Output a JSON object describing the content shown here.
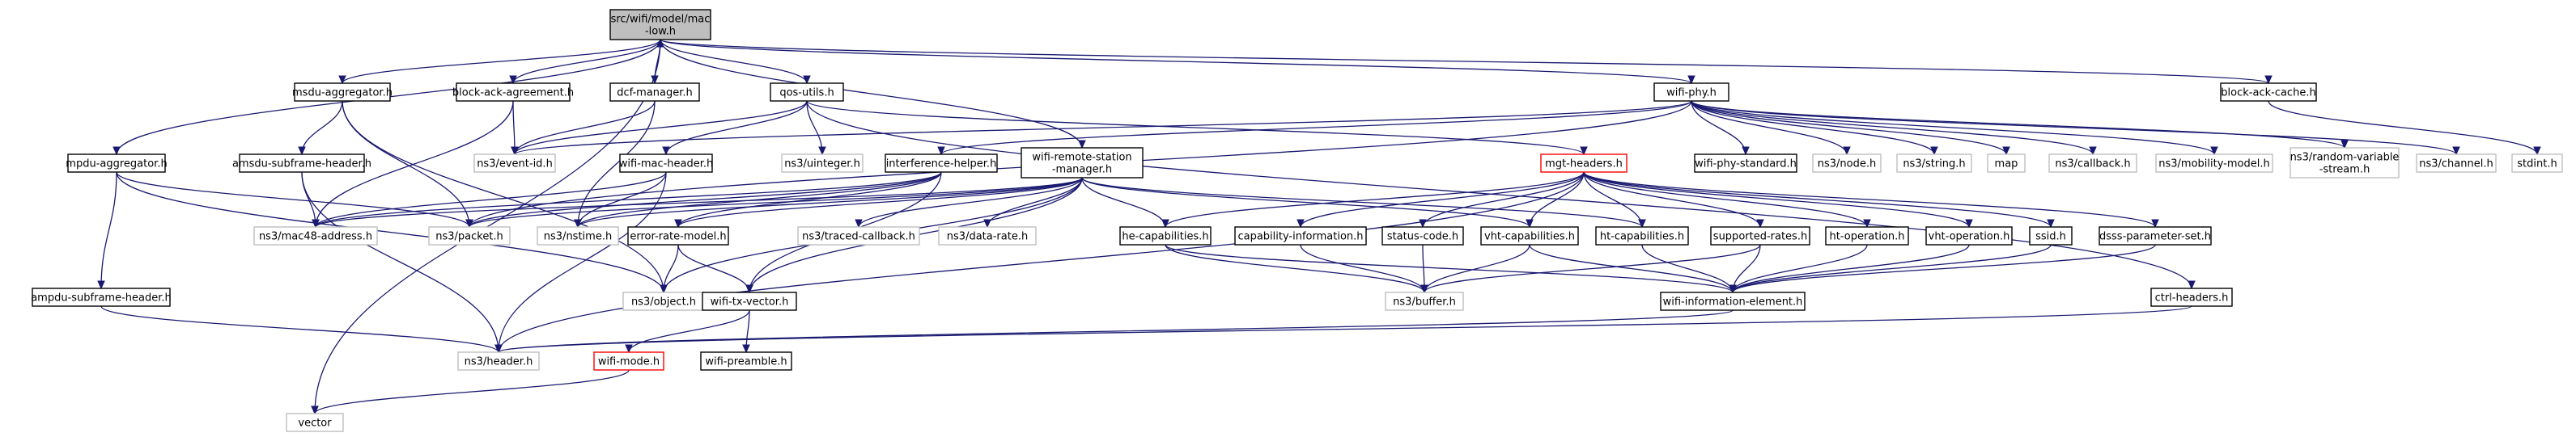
{
  "colors": {
    "edge": "#191970",
    "box_border": "#000000",
    "box_border_external": "#bfbfbf",
    "box_border_highlight": "#ff0000",
    "root_fill": "#bfbfbf"
  },
  "nodes": [
    {
      "id": "root",
      "lines": [
        "src/wifi/model/mac",
        "-low.h"
      ],
      "style": "root"
    },
    {
      "id": "msdu_agg",
      "lines": [
        "msdu-aggregator.h"
      ],
      "style": "normal"
    },
    {
      "id": "back_agree",
      "lines": [
        "block-ack-agreement.h"
      ],
      "style": "normal"
    },
    {
      "id": "dcf",
      "lines": [
        "dcf-manager.h"
      ],
      "style": "normal"
    },
    {
      "id": "qos",
      "lines": [
        "qos-utils.h"
      ],
      "style": "normal"
    },
    {
      "id": "wifi_phy",
      "lines": [
        "wifi-phy.h"
      ],
      "style": "normal"
    },
    {
      "id": "back_cache",
      "lines": [
        "block-ack-cache.h"
      ],
      "style": "normal"
    },
    {
      "id": "mpdu_agg",
      "lines": [
        "mpdu-aggregator.h"
      ],
      "style": "normal"
    },
    {
      "id": "amsdu_hdr",
      "lines": [
        "amsdu-subframe-header.h"
      ],
      "style": "normal"
    },
    {
      "id": "event_id",
      "lines": [
        "ns3/event-id.h"
      ],
      "style": "external"
    },
    {
      "id": "wifi_mac_hdr",
      "lines": [
        "wifi-mac-header.h"
      ],
      "style": "normal"
    },
    {
      "id": "uinteger",
      "lines": [
        "ns3/uinteger.h"
      ],
      "style": "external"
    },
    {
      "id": "interf",
      "lines": [
        "interference-helper.h"
      ],
      "style": "normal"
    },
    {
      "id": "remote_mgr",
      "lines": [
        "wifi-remote-station",
        "-manager.h"
      ],
      "style": "normal"
    },
    {
      "id": "mgt",
      "lines": [
        "mgt-headers.h"
      ],
      "style": "highlight"
    },
    {
      "id": "phy_std",
      "lines": [
        "wifi-phy-standard.h"
      ],
      "style": "normal"
    },
    {
      "id": "node",
      "lines": [
        "ns3/node.h"
      ],
      "style": "external"
    },
    {
      "id": "string",
      "lines": [
        "ns3/string.h"
      ],
      "style": "external"
    },
    {
      "id": "map",
      "lines": [
        "map"
      ],
      "style": "external"
    },
    {
      "id": "callback",
      "lines": [
        "ns3/callback.h"
      ],
      "style": "external"
    },
    {
      "id": "mobility",
      "lines": [
        "ns3/mobility-model.h"
      ],
      "style": "external"
    },
    {
      "id": "random",
      "lines": [
        "ns3/random-variable",
        "-stream.h"
      ],
      "style": "external"
    },
    {
      "id": "channel",
      "lines": [
        "ns3/channel.h"
      ],
      "style": "external"
    },
    {
      "id": "stdint",
      "lines": [
        "stdint.h"
      ],
      "style": "external"
    },
    {
      "id": "mac48",
      "lines": [
        "ns3/mac48-address.h"
      ],
      "style": "external"
    },
    {
      "id": "packet",
      "lines": [
        "ns3/packet.h"
      ],
      "style": "external"
    },
    {
      "id": "nstime",
      "lines": [
        "ns3/nstime.h"
      ],
      "style": "external"
    },
    {
      "id": "err_rate",
      "lines": [
        "error-rate-model.h"
      ],
      "style": "normal"
    },
    {
      "id": "traced_cb",
      "lines": [
        "ns3/traced-callback.h"
      ],
      "style": "external"
    },
    {
      "id": "data_rate",
      "lines": [
        "ns3/data-rate.h"
      ],
      "style": "external"
    },
    {
      "id": "he_cap",
      "lines": [
        "he-capabilities.h"
      ],
      "style": "normal"
    },
    {
      "id": "cap_info",
      "lines": [
        "capability-information.h"
      ],
      "style": "normal"
    },
    {
      "id": "status",
      "lines": [
        "status-code.h"
      ],
      "style": "normal"
    },
    {
      "id": "vht_cap",
      "lines": [
        "vht-capabilities.h"
      ],
      "style": "normal"
    },
    {
      "id": "ht_cap",
      "lines": [
        "ht-capabilities.h"
      ],
      "style": "normal"
    },
    {
      "id": "sup_rates",
      "lines": [
        "supported-rates.h"
      ],
      "style": "normal"
    },
    {
      "id": "ht_op",
      "lines": [
        "ht-operation.h"
      ],
      "style": "normal"
    },
    {
      "id": "vht_op",
      "lines": [
        "vht-operation.h"
      ],
      "style": "normal"
    },
    {
      "id": "ssid",
      "lines": [
        "ssid.h"
      ],
      "style": "normal"
    },
    {
      "id": "dsss",
      "lines": [
        "dsss-parameter-set.h"
      ],
      "style": "normal"
    },
    {
      "id": "ampdu_hdr",
      "lines": [
        "ampdu-subframe-header.h"
      ],
      "style": "normal"
    },
    {
      "id": "object",
      "lines": [
        "ns3/object.h"
      ],
      "style": "external"
    },
    {
      "id": "tx_vector",
      "lines": [
        "wifi-tx-vector.h"
      ],
      "style": "normal"
    },
    {
      "id": "buffer",
      "lines": [
        "ns3/buffer.h"
      ],
      "style": "external"
    },
    {
      "id": "info_elem",
      "lines": [
        "wifi-information-element.h"
      ],
      "style": "normal"
    },
    {
      "id": "ctrl",
      "lines": [
        "ctrl-headers.h"
      ],
      "style": "normal"
    },
    {
      "id": "header",
      "lines": [
        "ns3/header.h"
      ],
      "style": "external"
    },
    {
      "id": "wifi_mode",
      "lines": [
        "wifi-mode.h"
      ],
      "style": "highlight"
    },
    {
      "id": "preamble",
      "lines": [
        "wifi-preamble.h"
      ],
      "style": "normal"
    },
    {
      "id": "vector",
      "lines": [
        "vector"
      ],
      "style": "external"
    }
  ],
  "edges": [
    [
      "root",
      "msdu_agg"
    ],
    [
      "root",
      "back_agree"
    ],
    [
      "root",
      "dcf"
    ],
    [
      "root",
      "qos"
    ],
    [
      "root",
      "wifi_phy"
    ],
    [
      "root",
      "back_cache"
    ],
    [
      "root",
      "mpdu_agg"
    ],
    [
      "root",
      "remote_mgr"
    ],
    [
      "root",
      "vector"
    ],
    [
      "dcf",
      "root"
    ],
    [
      "msdu_agg",
      "amsdu_hdr"
    ],
    [
      "msdu_agg",
      "packet"
    ],
    [
      "msdu_agg",
      "object"
    ],
    [
      "back_agree",
      "event_id"
    ],
    [
      "back_agree",
      "mac48"
    ],
    [
      "dcf",
      "event_id"
    ],
    [
      "dcf",
      "nstime"
    ],
    [
      "qos",
      "event_id"
    ],
    [
      "qos",
      "wifi_mac_hdr"
    ],
    [
      "qos",
      "uinteger"
    ],
    [
      "qos",
      "mgt"
    ],
    [
      "qos",
      "ctrl"
    ],
    [
      "wifi_phy",
      "event_id"
    ],
    [
      "wifi_phy",
      "interf"
    ],
    [
      "wifi_phy",
      "phy_std"
    ],
    [
      "wifi_phy",
      "node"
    ],
    [
      "wifi_phy",
      "string"
    ],
    [
      "wifi_phy",
      "map"
    ],
    [
      "wifi_phy",
      "callback"
    ],
    [
      "wifi_phy",
      "mobility"
    ],
    [
      "wifi_phy",
      "random"
    ],
    [
      "wifi_phy",
      "channel"
    ],
    [
      "wifi_phy",
      "packet"
    ],
    [
      "back_cache",
      "stdint"
    ],
    [
      "mpdu_agg",
      "packet"
    ],
    [
      "mpdu_agg",
      "object"
    ],
    [
      "mpdu_agg",
      "ampdu_hdr"
    ],
    [
      "amsdu_hdr",
      "mac48"
    ],
    [
      "amsdu_hdr",
      "header"
    ],
    [
      "wifi_mac_hdr",
      "mac48"
    ],
    [
      "wifi_mac_hdr",
      "nstime"
    ],
    [
      "wifi_mac_hdr",
      "header"
    ],
    [
      "interf",
      "packet"
    ],
    [
      "interf",
      "nstime"
    ],
    [
      "interf",
      "err_rate"
    ],
    [
      "interf",
      "tx_vector"
    ],
    [
      "interf",
      "mac48"
    ],
    [
      "remote_mgr",
      "packet"
    ],
    [
      "remote_mgr",
      "nstime"
    ],
    [
      "remote_mgr",
      "traced_cb"
    ],
    [
      "remote_mgr",
      "data_rate"
    ],
    [
      "remote_mgr",
      "he_cap"
    ],
    [
      "remote_mgr",
      "vht_cap"
    ],
    [
      "remote_mgr",
      "ht_cap"
    ],
    [
      "remote_mgr",
      "object"
    ],
    [
      "remote_mgr",
      "tx_vector"
    ],
    [
      "remote_mgr",
      "err_rate"
    ],
    [
      "remote_mgr",
      "mac48"
    ],
    [
      "mgt",
      "he_cap"
    ],
    [
      "mgt",
      "cap_info"
    ],
    [
      "mgt",
      "status"
    ],
    [
      "mgt",
      "vht_cap"
    ],
    [
      "mgt",
      "ht_cap"
    ],
    [
      "mgt",
      "sup_rates"
    ],
    [
      "mgt",
      "ht_op"
    ],
    [
      "mgt",
      "vht_op"
    ],
    [
      "mgt",
      "ssid"
    ],
    [
      "mgt",
      "dsss"
    ],
    [
      "mgt",
      "header"
    ],
    [
      "err_rate",
      "object"
    ],
    [
      "err_rate",
      "tx_vector"
    ],
    [
      "he_cap",
      "buffer"
    ],
    [
      "he_cap",
      "info_elem"
    ],
    [
      "cap_info",
      "buffer"
    ],
    [
      "status",
      "buffer"
    ],
    [
      "vht_cap",
      "buffer"
    ],
    [
      "vht_cap",
      "info_elem"
    ],
    [
      "ht_cap",
      "info_elem"
    ],
    [
      "sup_rates",
      "buffer"
    ],
    [
      "sup_rates",
      "info_elem"
    ],
    [
      "ht_op",
      "info_elem"
    ],
    [
      "vht_op",
      "info_elem"
    ],
    [
      "ssid",
      "info_elem"
    ],
    [
      "dsss",
      "info_elem"
    ],
    [
      "ampdu_hdr",
      "header"
    ],
    [
      "tx_vector",
      "wifi_mode"
    ],
    [
      "tx_vector",
      "preamble"
    ],
    [
      "info_elem",
      "header"
    ],
    [
      "ctrl",
      "header"
    ],
    [
      "wifi_mode",
      "vector"
    ]
  ]
}
